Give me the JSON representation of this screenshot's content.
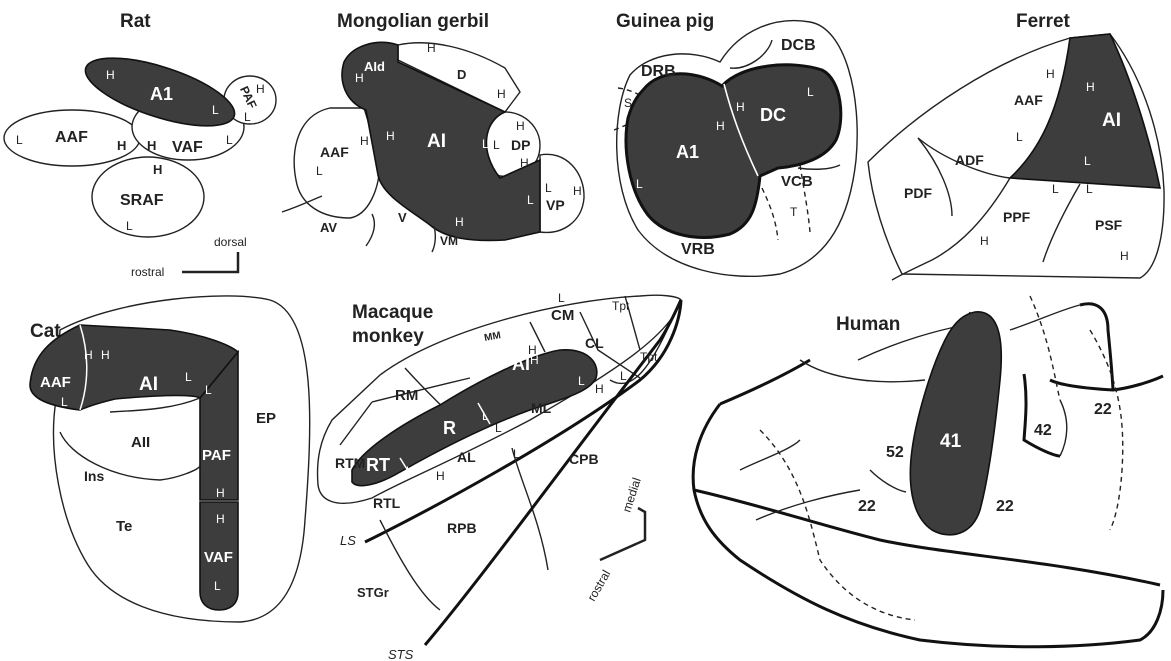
{
  "panels": {
    "rat": {
      "title": "Rat",
      "regions": {
        "a1": "A1",
        "aaf": "AAF",
        "vaf": "VAF",
        "sraf": "SRAF",
        "paf": "PAF"
      },
      "orientation": {
        "dorsal": "dorsal",
        "rostral": "rostral"
      }
    },
    "gerbil": {
      "title": "Mongolian gerbil",
      "regions": {
        "aid": "AId",
        "ai": "AI",
        "d": "D",
        "dp": "DP",
        "vp": "VP",
        "aaf": "AAF",
        "av": "AV",
        "v": "V",
        "vm": "VM"
      }
    },
    "guinea_pig": {
      "title": "Guinea pig",
      "regions": {
        "drb": "DRB",
        "dcb": "DCB",
        "s": "S",
        "a1": "A1",
        "dc": "DC",
        "vcb": "VCB",
        "t": "T",
        "vrb": "VRB"
      }
    },
    "ferret": {
      "title": "Ferret",
      "regions": {
        "aaf": "AAF",
        "ai": "AI",
        "adf": "ADF",
        "pdf": "PDF",
        "ppf": "PPF",
        "psf": "PSF"
      }
    },
    "cat": {
      "title": "Cat",
      "regions": {
        "ai": "AI",
        "aaf": "AAF",
        "aii": "AII",
        "ep": "EP",
        "paf": "PAF",
        "ins": "Ins",
        "te": "Te",
        "vaf": "VAF"
      }
    },
    "macaque": {
      "title_line1": "Macaque",
      "title_line2": "monkey",
      "regions": {
        "mm": "MM",
        "cm": "CM",
        "tpt1": "Tpt",
        "tpt2": "Tpt",
        "ai": "AI",
        "cl": "CL",
        "rm": "RM",
        "r": "R",
        "ml": "ML",
        "rtm": "RTM",
        "rt": "RT",
        "al": "AL",
        "cpb": "CPB",
        "rtl": "RTL",
        "rpb": "RPB",
        "stgr": "STGr"
      },
      "sulci": {
        "ls": "LS",
        "sts": "STS"
      },
      "orientation": {
        "medial": "medial",
        "rostral": "rostral"
      }
    },
    "human": {
      "title": "Human",
      "regions": {
        "b41": "41",
        "b42": "42",
        "b52": "52",
        "b22a": "22",
        "b22b": "22",
        "b22c": "22"
      }
    }
  },
  "tonotopy": {
    "high": "H",
    "low": "L"
  },
  "colors": {
    "core_fill": "#3d3d3d",
    "outline": "#222222",
    "background": "#ffffff"
  }
}
